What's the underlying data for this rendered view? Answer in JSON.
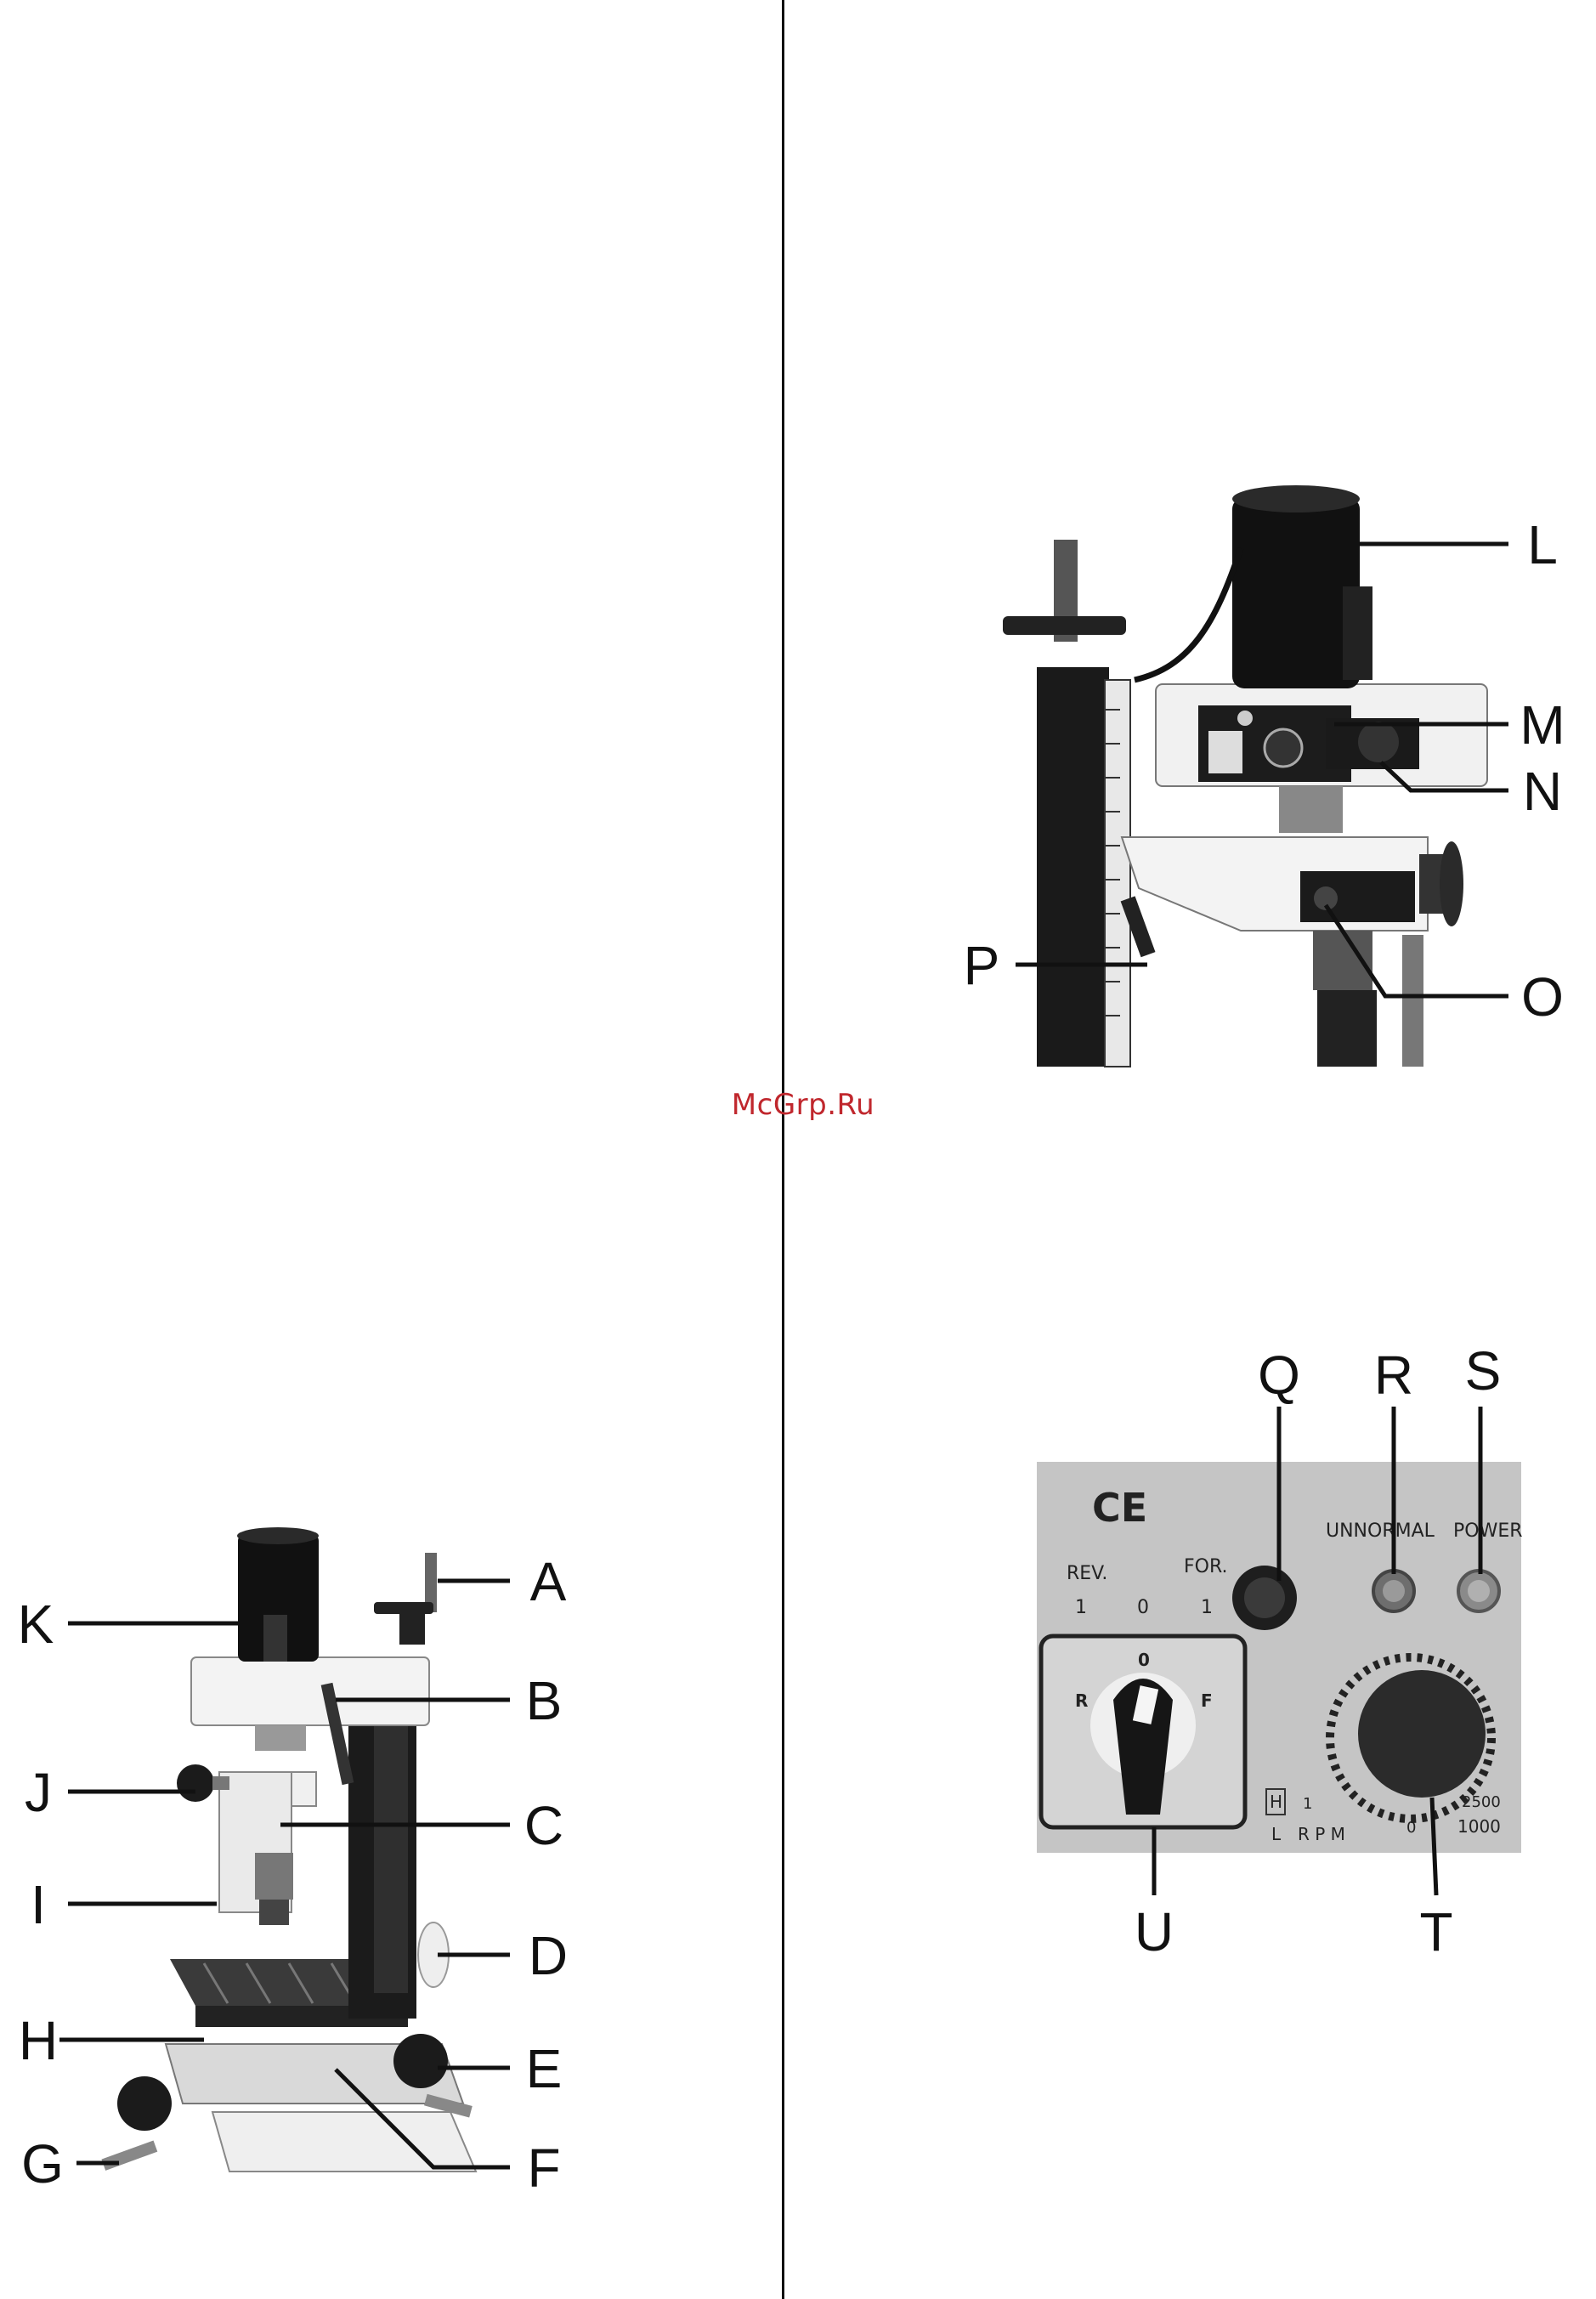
{
  "watermark": "McGrp.Ru",
  "figure_mill": {
    "callouts": [
      "A",
      "B",
      "C",
      "D",
      "E",
      "F",
      "G",
      "H",
      "I",
      "J",
      "K"
    ]
  },
  "figure_head": {
    "callouts": [
      "L",
      "M",
      "N",
      "O",
      "P"
    ]
  },
  "figure_panel": {
    "callouts": [
      "Q",
      "R",
      "S",
      "T",
      "U"
    ],
    "panel_labels": {
      "ce": "CE",
      "unnormal": "UNNORMAL",
      "power": "POWER",
      "rev": "REV.",
      "for": "FOR.",
      "switch_scale": [
        "1",
        "0",
        "1"
      ],
      "switch_positions": [
        "R",
        "0",
        "F"
      ],
      "speed_h": "H",
      "speed_l": "L",
      "rpm": "R P M",
      "speed_values": [
        "1",
        "0",
        "2500",
        "1000"
      ]
    }
  }
}
